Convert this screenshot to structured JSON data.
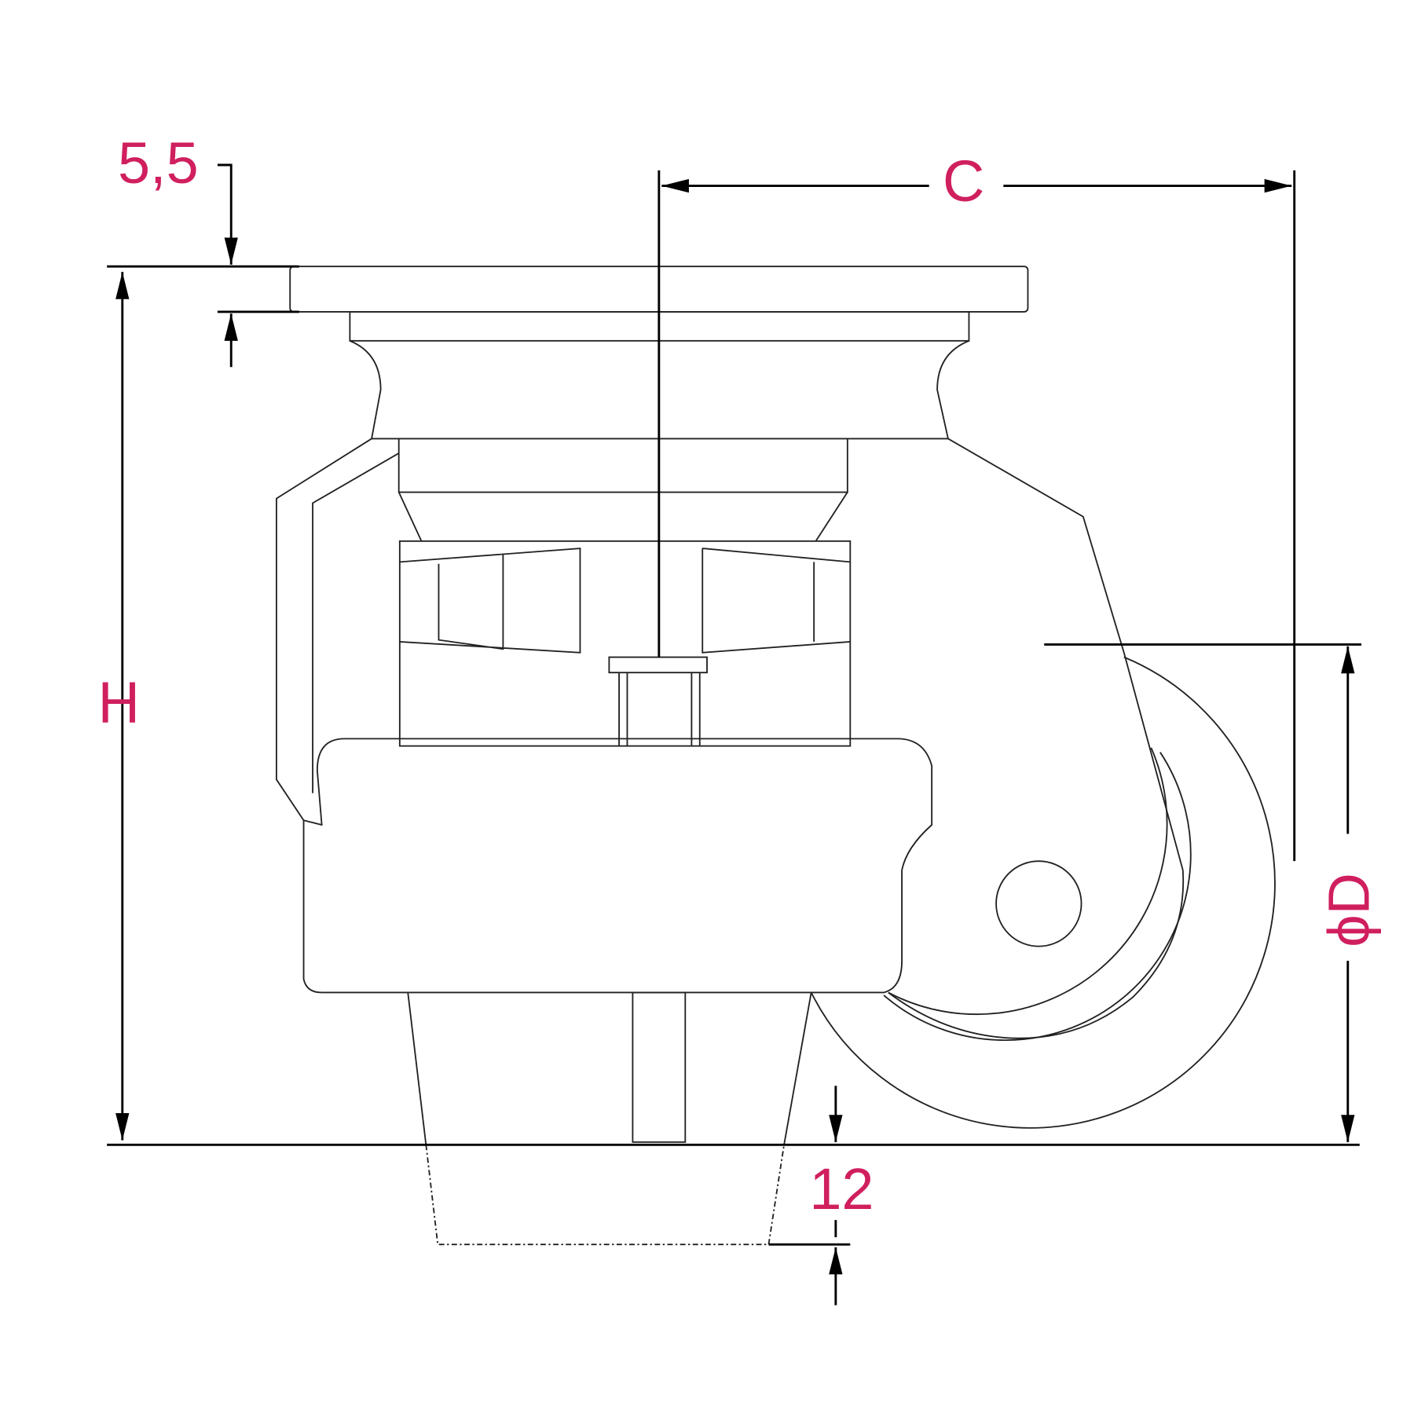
{
  "labels": {
    "plate_thickness": "5,5",
    "offset": "C",
    "height": "H",
    "diameter": "ϕD",
    "stroke": "12"
  },
  "colors": {
    "dimension_text": "#d01f5e",
    "lines": "#222222"
  }
}
